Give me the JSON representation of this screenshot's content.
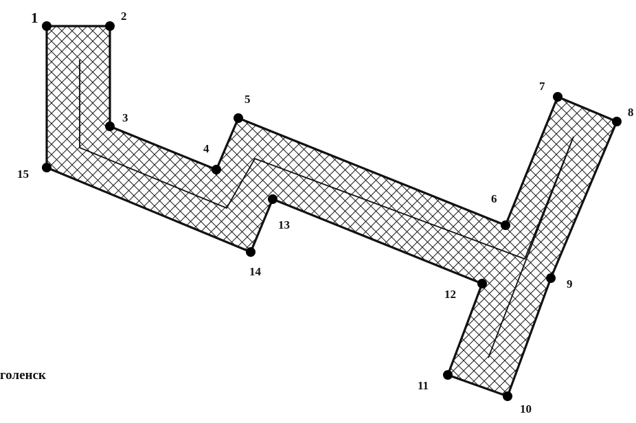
{
  "diagram": {
    "caption": "голенск",
    "colors": {
      "outline": "#111111",
      "hatch": "#1a1a1a",
      "vertex": "#000000",
      "background": "#ffffff"
    },
    "vertices": [
      {
        "id": "1",
        "label": "1"
      },
      {
        "id": "2",
        "label": "2"
      },
      {
        "id": "3",
        "label": "3"
      },
      {
        "id": "4",
        "label": "4"
      },
      {
        "id": "5",
        "label": "5"
      },
      {
        "id": "6",
        "label": "6"
      },
      {
        "id": "7",
        "label": "7"
      },
      {
        "id": "8",
        "label": "8"
      },
      {
        "id": "9",
        "label": "9"
      },
      {
        "id": "10",
        "label": "10"
      },
      {
        "id": "11",
        "label": "11"
      },
      {
        "id": "12",
        "label": "12"
      },
      {
        "id": "13",
        "label": "13"
      },
      {
        "id": "14",
        "label": "14"
      },
      {
        "id": "15",
        "label": "15"
      }
    ]
  }
}
